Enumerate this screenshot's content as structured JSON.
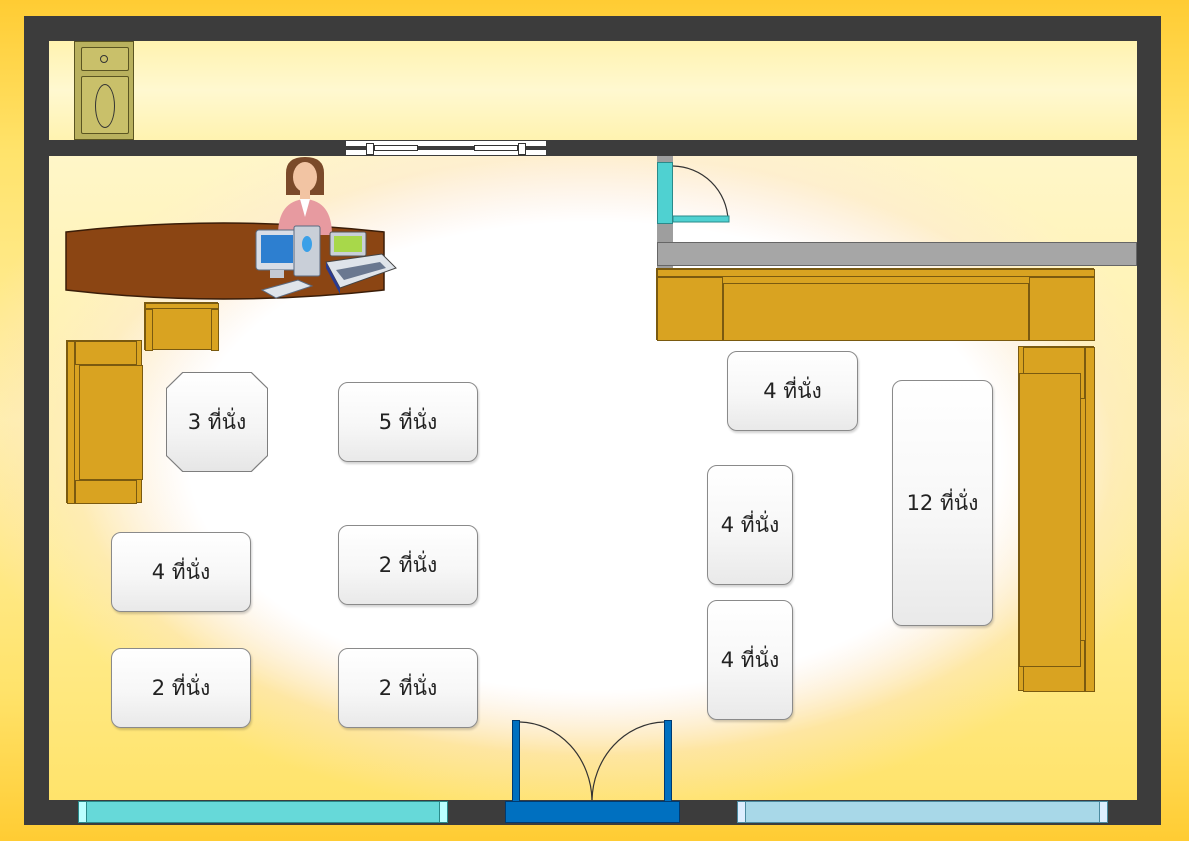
{
  "tables": [
    {
      "id": "t3",
      "label": "3 ที่นั่ง"
    },
    {
      "id": "t5",
      "label": "5 ที่นั่ง"
    },
    {
      "id": "t4a",
      "label": "4 ที่นั่ง"
    },
    {
      "id": "t2a",
      "label": "2 ที่นั่ง"
    },
    {
      "id": "t2b",
      "label": "2 ที่นั่ง"
    },
    {
      "id": "t2c",
      "label": "2 ที่นั่ง"
    },
    {
      "id": "t4b",
      "label": "4 ที่นั่ง"
    },
    {
      "id": "t4c",
      "label": "4 ที่นั่ง"
    },
    {
      "id": "t4d",
      "label": "4 ที่นั่ง"
    },
    {
      "id": "t12",
      "label": "12 ที่นั่ง"
    }
  ],
  "colors": {
    "wall": "#3c3c3c",
    "sofa": "#d9a321",
    "reception_desk": "#8b4513",
    "door_blue": "#0070c0",
    "window_cyan": "#66d9d9",
    "window_light_blue": "#a8d8e8",
    "counter_grey": "#a6a6a6"
  },
  "icons": [
    "toilet-icon",
    "receptionist-icon",
    "computer-icon",
    "cash-register-icon"
  ]
}
